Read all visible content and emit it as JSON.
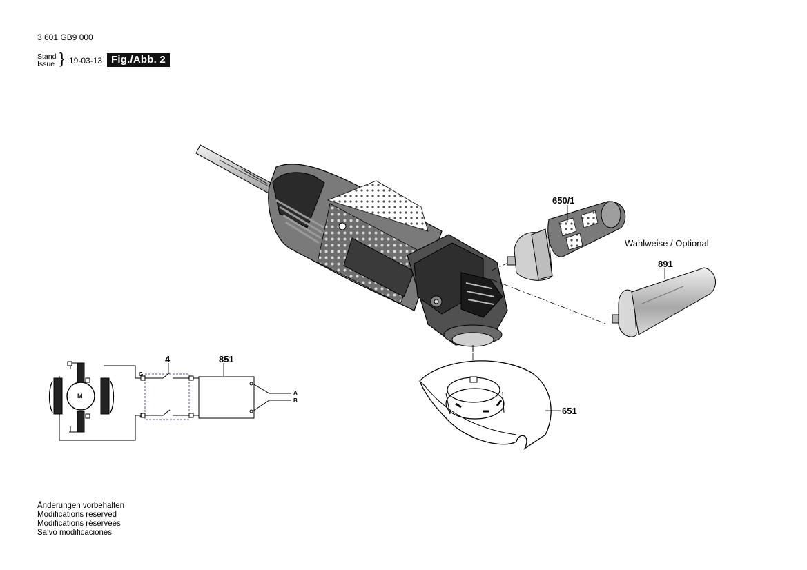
{
  "header": {
    "doc_number": "3 601 GB9 000",
    "stand_label": "Stand",
    "issue_label": "Issue",
    "brace": "}",
    "date": "19-03-13",
    "figure_label": "Fig./Abb. 2"
  },
  "parts": {
    "handle_650_1": "650/1",
    "handle_891": "891",
    "guard_651": "651",
    "switch_4": "4",
    "electronics_851": "851"
  },
  "optional_caption": "Wahlweise / Optional",
  "schematic": {
    "motor_label": "M",
    "terminal_g": "G",
    "terminal_j": "J",
    "output_a": "A",
    "output_b": "B"
  },
  "notes": [
    "Änderungen vorbehalten",
    "Modifications reserved",
    "Modifications réservées",
    "Salvo modificaciones"
  ],
  "colors": {
    "ink": "#000000",
    "body_grey": "#6b6b6b",
    "dark": "#1a1a1a",
    "light_grey": "#c8c8c8"
  }
}
